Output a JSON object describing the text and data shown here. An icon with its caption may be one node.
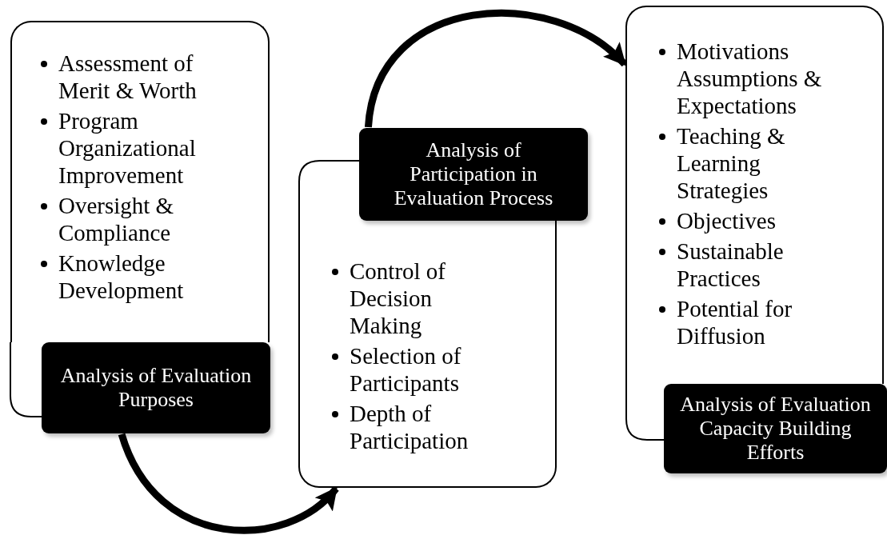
{
  "diagram": {
    "nodes": [
      {
        "text": [
          "Assessment of Merit & Worth",
          "Program Organizational Improvement",
          "Oversight & Compliance",
          "Knowledge Development"
        ]
      },
      {
        "text": [
          "Analysis of Evaluation Purposes"
        ]
      },
      {
        "text": [
          "Control of Decision Making",
          "Selection of Participants",
          "Depth of Participation"
        ]
      },
      {
        "text": [
          "Analysis of Participation in Evaluation Process"
        ]
      },
      {
        "text": [
          "Motivations Assumptions & Expectations",
          "Teaching & Learning Strategies",
          "Objectives",
          "Sustainable Practices",
          "Potential for Diffusion"
        ]
      },
      {
        "text": [
          "Analysis of Evaluation Capacity Building Efforts"
        ]
      }
    ],
    "edges": [
      {
        "from": 1,
        "to": 2,
        "arrow": "to"
      },
      {
        "from": 3,
        "to": 4,
        "arrow": "to"
      }
    ]
  }
}
